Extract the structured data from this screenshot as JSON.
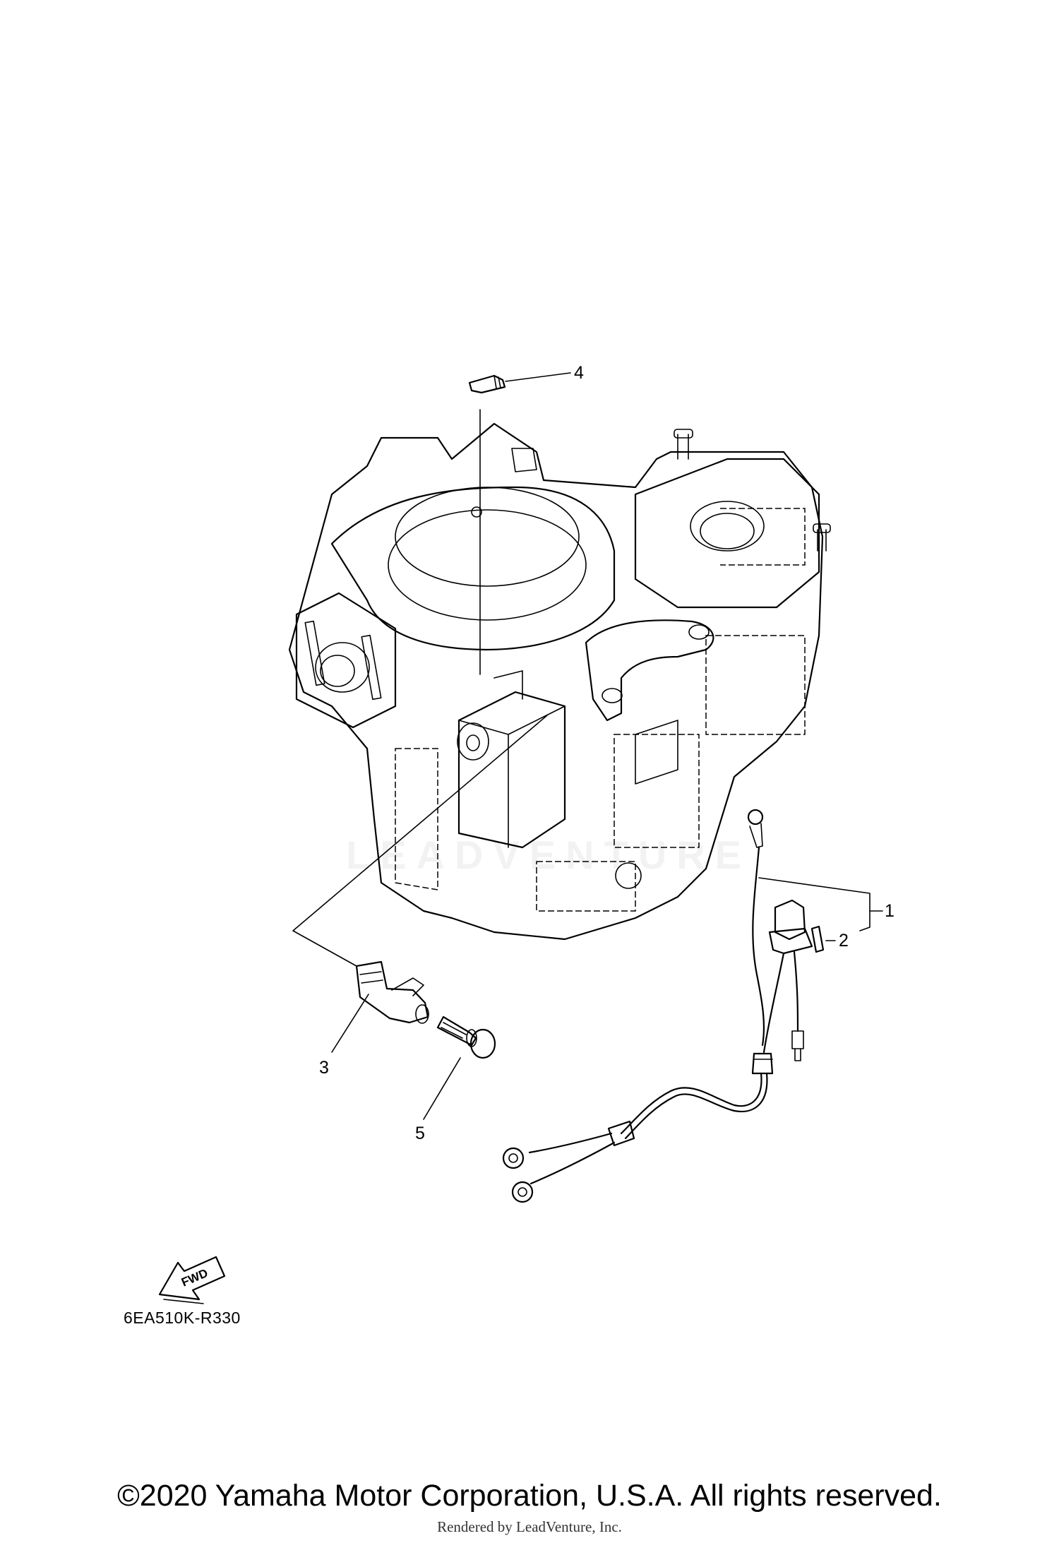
{
  "callouts": [
    {
      "id": "1",
      "label": "1"
    },
    {
      "id": "2",
      "label": "2"
    },
    {
      "id": "3",
      "label": "3"
    },
    {
      "id": "4",
      "label": "4"
    },
    {
      "id": "5",
      "label": "5"
    }
  ],
  "fwd_badge": "FWD",
  "diagram_code": "6EA510K-R330",
  "watermark": "LEADVENTURE",
  "copyright": "©2020 Yamaha Motor Corporation, U.S.A. All rights reserved.",
  "rendered_by": "Rendered by LeadVenture, Inc."
}
